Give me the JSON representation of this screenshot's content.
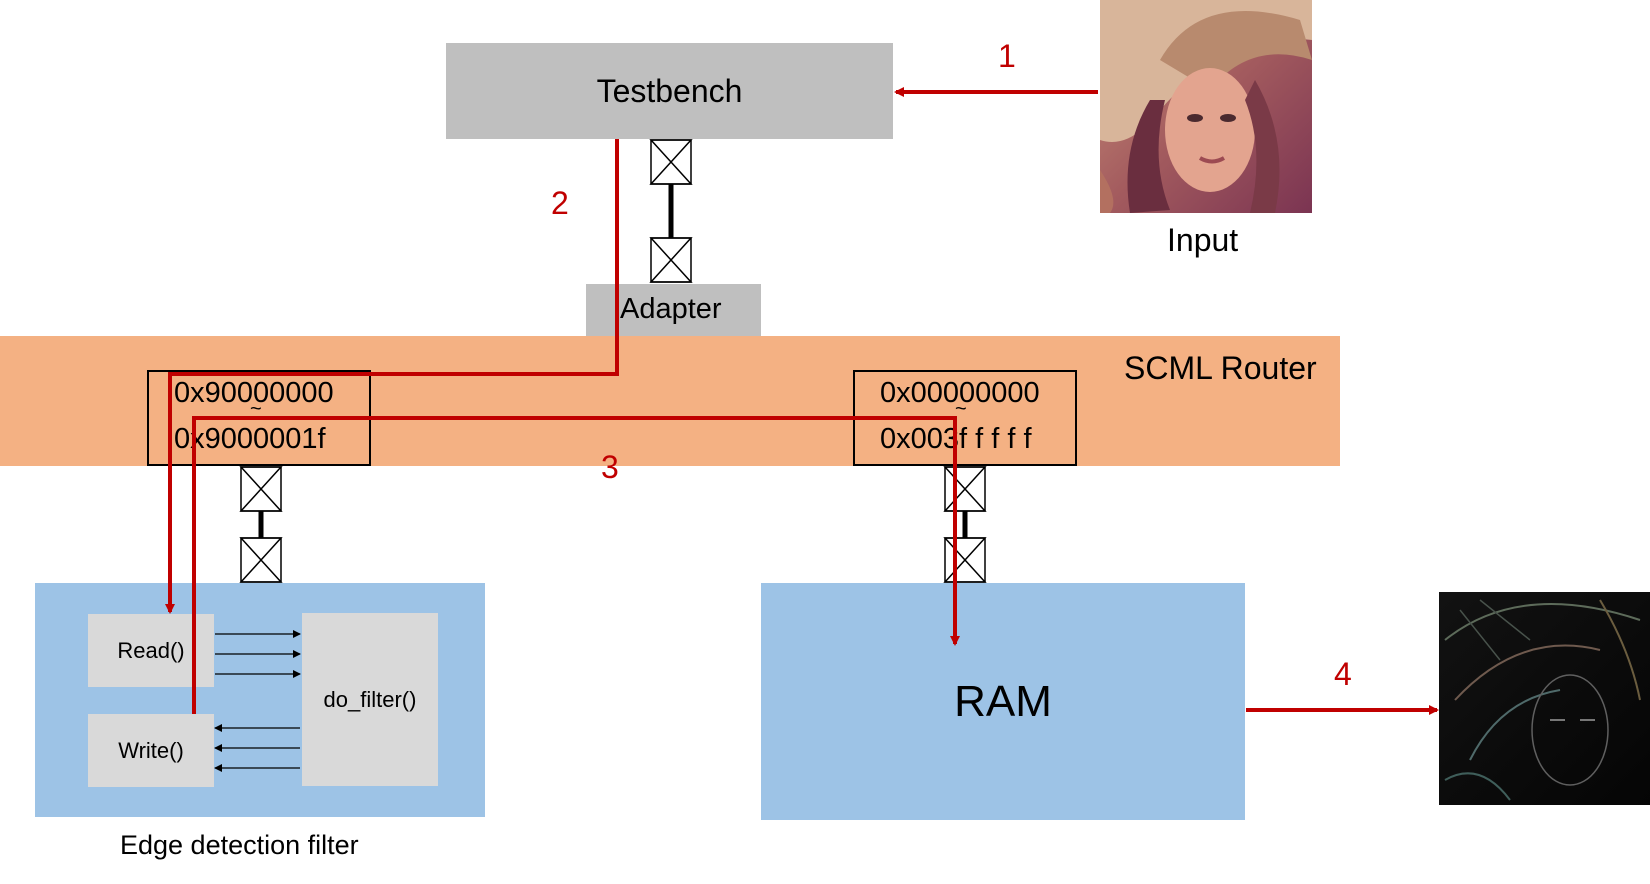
{
  "testbench": {
    "label": "Testbench"
  },
  "adapter": {
    "label": "Adapter"
  },
  "router": {
    "label": "SCML Router"
  },
  "input": {
    "label": "Input"
  },
  "filter": {
    "caption": "Edge detection filter",
    "read_label": "Read()",
    "write_label": "Write()",
    "do_filter_label": "do_filter()",
    "range_start": "0x90000000",
    "range_end": "0x9000001f",
    "range_sep": "~"
  },
  "ram": {
    "label": "RAM",
    "range_start": "0x00000000",
    "range_end": "0x003f f f f f",
    "range_sep": "~"
  },
  "steps": [
    "1",
    "2",
    "3",
    "4"
  ],
  "colors": {
    "flow": "#c00000",
    "testbench": "#bfbfbf",
    "router": "#f4b183",
    "module": "#9dc3e6",
    "inner": "#d9d9d9"
  },
  "icons": {
    "input_image": "portrait-photo",
    "output_image": "edge-detected-photo",
    "socket": "tlm-socket-icon"
  }
}
